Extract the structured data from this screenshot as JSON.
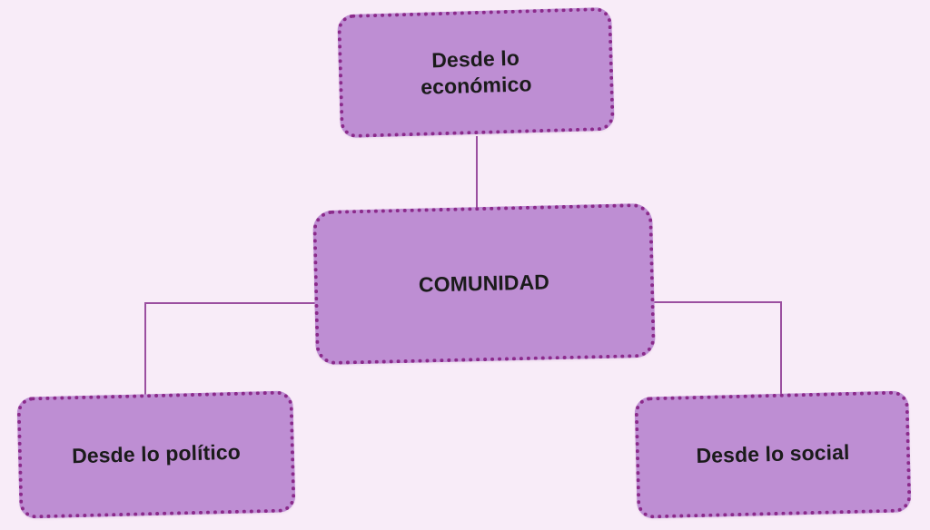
{
  "diagram": {
    "type": "concept-map",
    "title": "COMUNIDAD",
    "background_color": "#f8ecf8",
    "node_fill_color": "#be8ed3",
    "node_border_color": "#8b2a8b",
    "connector_color": "#9b4fa0",
    "text_color": "#1b1b1b",
    "nodes": [
      {
        "id": "comunidad",
        "label": "COMUNIDAD",
        "role": "root"
      },
      {
        "id": "economico",
        "label": "Desde lo\neconómico",
        "role": "branch"
      },
      {
        "id": "politico",
        "label": "Desde lo político",
        "role": "branch"
      },
      {
        "id": "social",
        "label": "Desde lo social",
        "role": "branch"
      }
    ],
    "edges": [
      {
        "from": "comunidad",
        "to": "economico",
        "shape": "vertical"
      },
      {
        "from": "comunidad",
        "to": "politico",
        "shape": "elbow-left"
      },
      {
        "from": "comunidad",
        "to": "social",
        "shape": "elbow-right"
      }
    ]
  }
}
